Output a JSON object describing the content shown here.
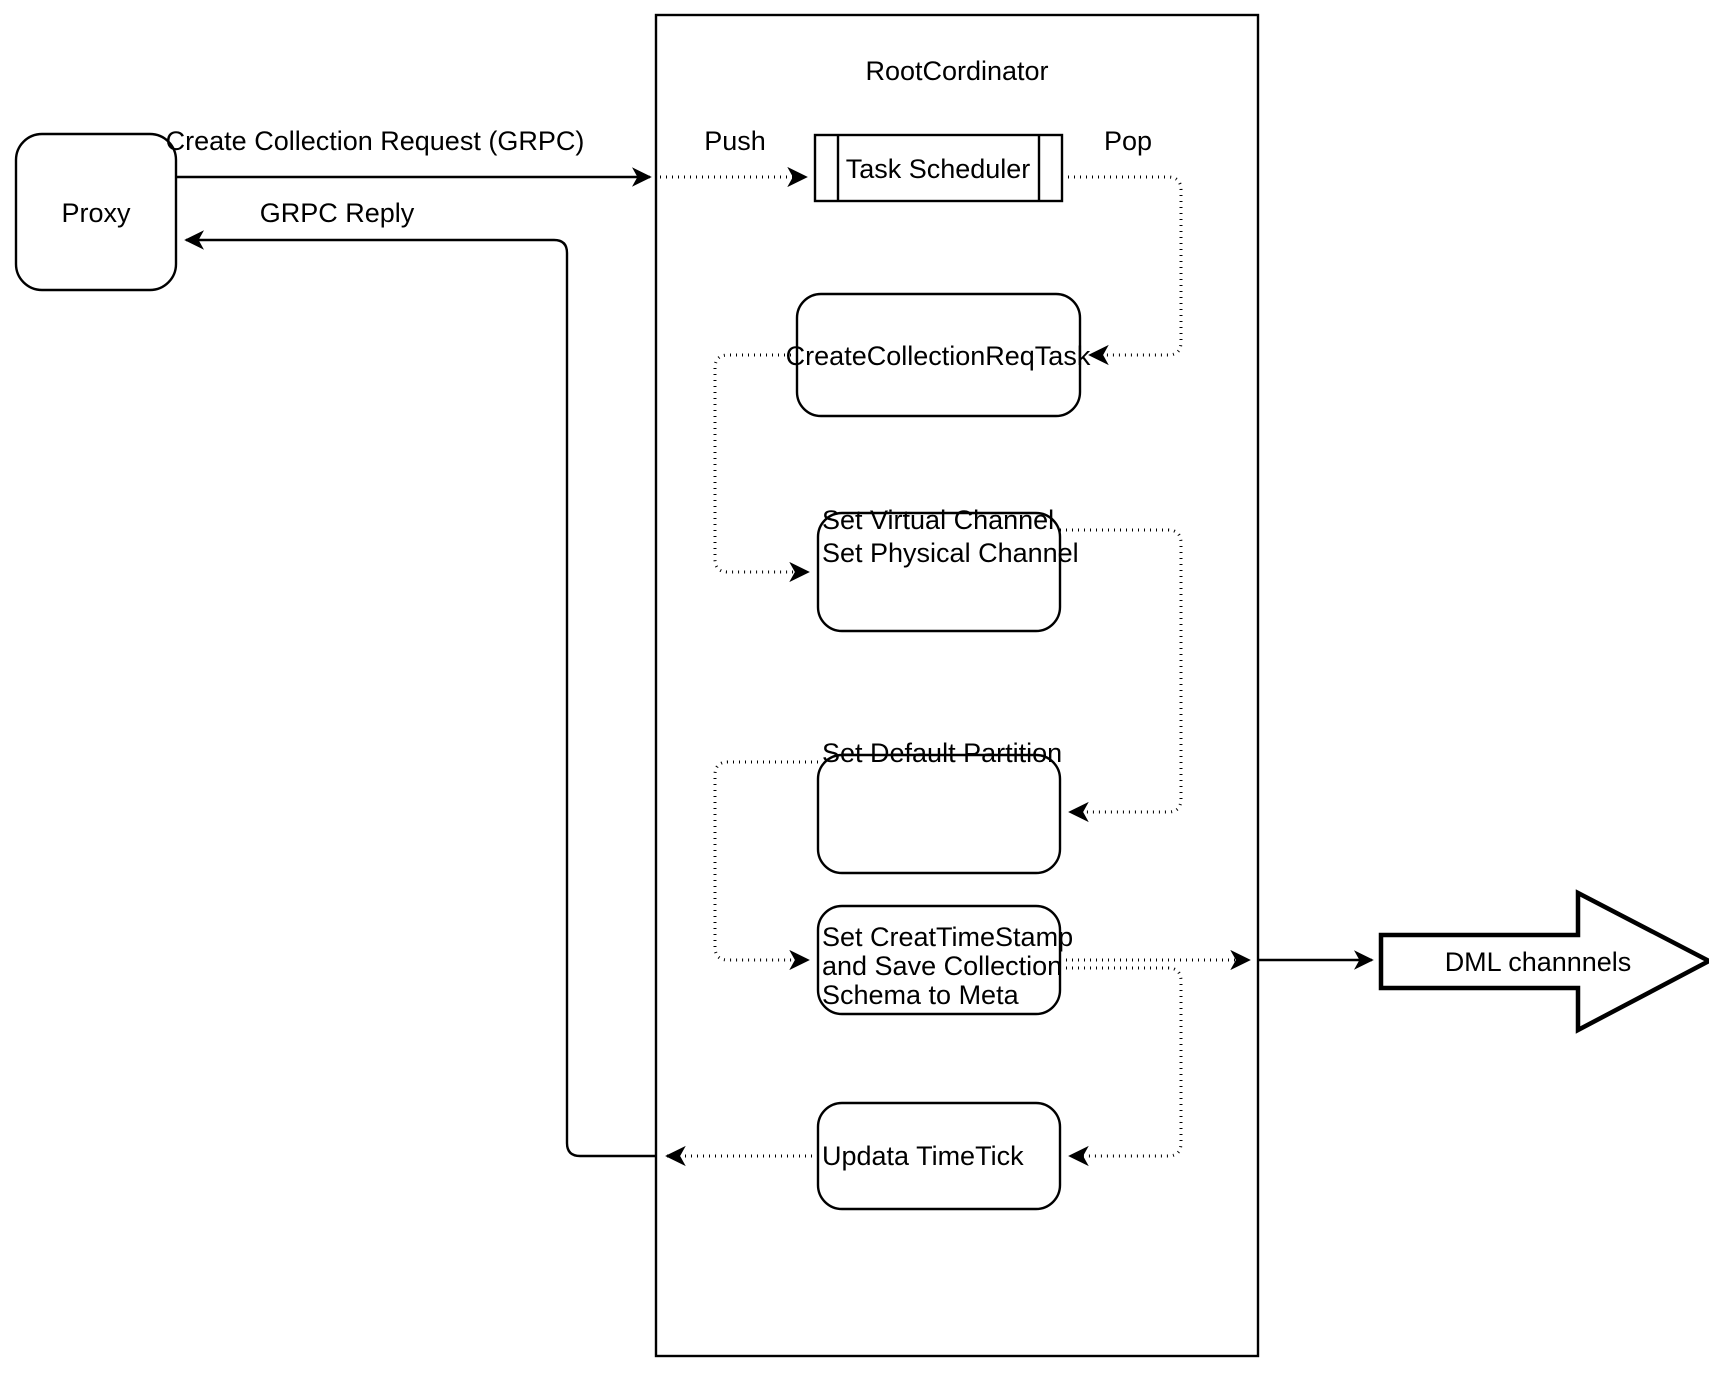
{
  "diagram": {
    "title_label": "RootCordinator",
    "nodes": {
      "proxy": {
        "label": "Proxy"
      },
      "task_scheduler": {
        "label": "Task Scheduler"
      },
      "create_collection_req_task": {
        "label": "CreateCollectionReqTask"
      },
      "set_channel": {
        "line1": "Set Virtual Channel",
        "line2": "Set Physical Channel"
      },
      "set_default_partition": {
        "label": "Set Default Partition"
      },
      "set_timestamp": {
        "line1": "Set CreatTimeStamp",
        "line2": "and Save Collection",
        "line3": "Schema to Meta"
      },
      "update_timetick": {
        "label": "Updata TimeTick"
      },
      "dml_channels": {
        "label": "DML channnels"
      }
    },
    "edges": {
      "create_collection_request": "Create Collection Request (GRPC)",
      "grpc_reply": "GRPC Reply",
      "push": "Push",
      "pop": "Pop"
    },
    "colors": {
      "stroke": "#000000",
      "fill": "#ffffff",
      "background": "#ffffff"
    }
  }
}
